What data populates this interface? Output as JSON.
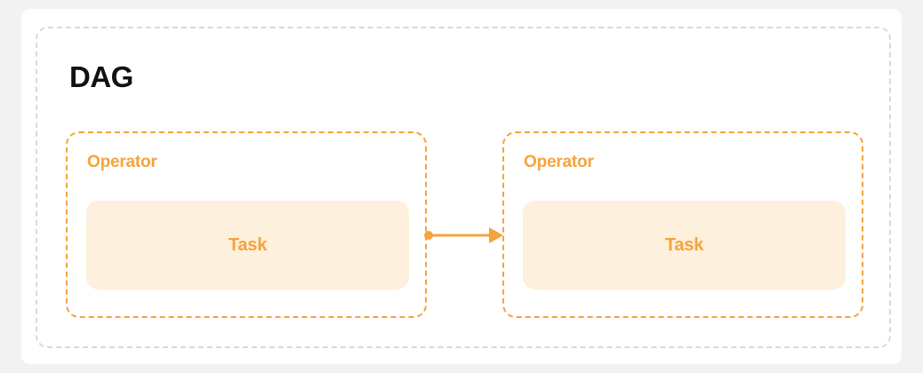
{
  "diagram": {
    "title": "DAG",
    "container_style": "dashed",
    "nodes": [
      {
        "id": "operator-1",
        "label": "Operator",
        "task": {
          "label": "Task"
        }
      },
      {
        "id": "operator-2",
        "label": "Operator",
        "task": {
          "label": "Task"
        }
      }
    ],
    "edges": [
      {
        "from": "operator-1",
        "to": "operator-2",
        "start_marker": "circle-dot",
        "end_marker": "arrowhead"
      }
    ]
  },
  "colors": {
    "page_background": "#f2f2f3",
    "card_background": "#ffffff",
    "container_border": "#d9d9dc",
    "accent_orange": "#f5a33c",
    "task_fill": "#fdf0dc",
    "title_text": "#111111"
  }
}
